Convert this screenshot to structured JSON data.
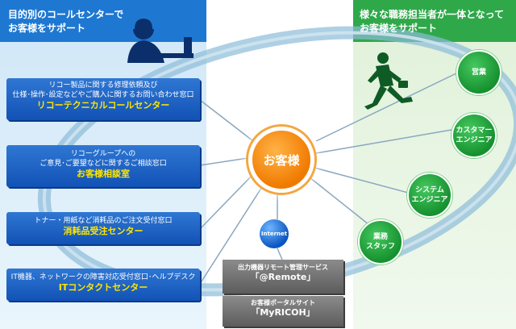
{
  "left_panel": {
    "title": "目的別のコールセンターで\nお客様をサポート",
    "centers": [
      {
        "description": "リコー製品に関する修理依頼及び\n仕様･操作･設定などやご購入に関するお問い合わせ窓口",
        "name": "リコーテクニカルコールセンター"
      },
      {
        "description": "リコーグループへの\nご意見･ご要望などに関するご相談窓口",
        "name": "お客様相談室"
      },
      {
        "description": "トナー・用紙など消耗品のご注文受付窓口",
        "name": "消耗品受注センター"
      },
      {
        "description": "IT機器、ネットワークの障害対応受付窓口･ヘルプデスク",
        "name": "ITコンタクトセンター"
      }
    ]
  },
  "right_panel": {
    "title": "様々な職務担当者が一体となって\nお客様をサポート",
    "roles": [
      "営業",
      "カスタマー\nエンジニア",
      "システム\nエンジニア",
      "業務\nスタッフ"
    ]
  },
  "center": {
    "label": "お客様",
    "internet_label": "Internet"
  },
  "online_services": [
    {
      "description": "出力機器リモート管理サービス",
      "name": "「@Remote」"
    },
    {
      "description": "お客様ポータルサイト",
      "name": "「MyRICOH」"
    }
  ],
  "colors": {
    "left_panel": "#1e78d2",
    "right_panel": "#2fa84a",
    "ring": "#8bbcd9",
    "accent_yellow": "#ffe600",
    "customer": "#f28c00"
  }
}
